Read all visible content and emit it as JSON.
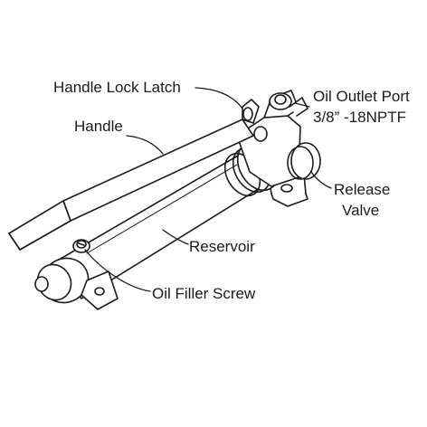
{
  "diagram": {
    "labels": {
      "handle_lock_latch": "Handle Lock Latch",
      "oil_outlet_port_line1": "Oil Outlet Port",
      "oil_outlet_port_line2": "3/8” -18NPTF",
      "handle": "Handle",
      "release_valve_line1": "Release",
      "release_valve_line2": "Valve",
      "reservoir": "Reservoir",
      "oil_filler_screw": "Oil Filler Screw"
    },
    "colors": {
      "stroke": "#1a1a1a",
      "fill": "#ffffff",
      "text": "#1a1a1a"
    }
  }
}
